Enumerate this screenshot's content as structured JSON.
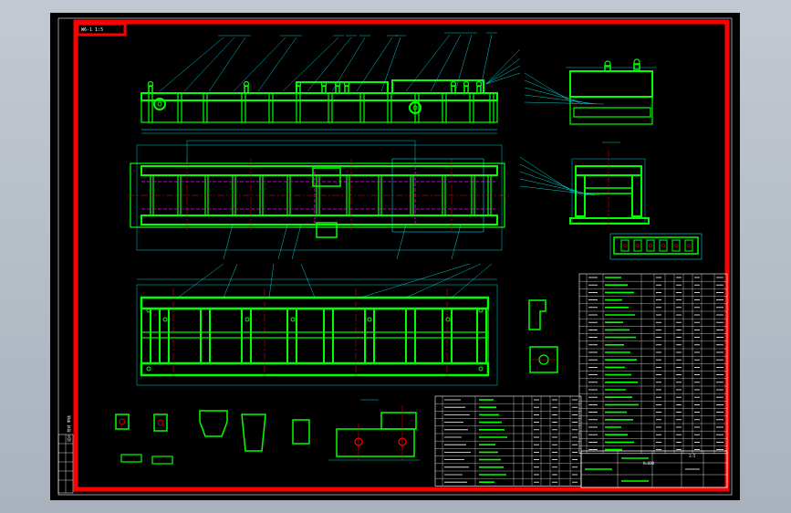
{
  "sheet": {
    "colors": {
      "background": "#000000",
      "viewport": "#b5bdc7",
      "border": "#ff0000",
      "structure": "#00ff00",
      "dimension": "#00ffff",
      "centerline": "#ff0000",
      "hidden": "#ff00ff",
      "text": "#ffffff"
    },
    "corner_tag": "W6-1 1:5",
    "title_block": {
      "title": "H=600",
      "scale": "1:5"
    },
    "side_note": "设计 校对 审核"
  },
  "views": [
    {
      "name": "front-elevation"
    },
    {
      "name": "top-plan"
    },
    {
      "name": "bottom-plan"
    },
    {
      "name": "end-view-upper"
    },
    {
      "name": "end-view-section"
    },
    {
      "name": "detail-strip"
    }
  ]
}
